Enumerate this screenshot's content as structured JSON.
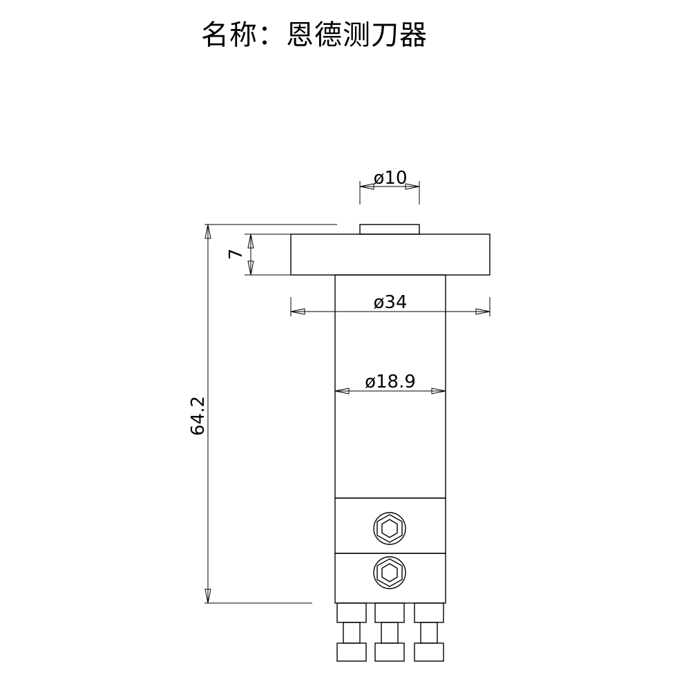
{
  "title": "名称：恩德测刀器",
  "dimensions": {
    "top_pin_diameter": "ø10",
    "cap_diameter": "ø34",
    "body_diameter": "ø18.9",
    "cap_height": "7",
    "overall_height": "64.2"
  }
}
